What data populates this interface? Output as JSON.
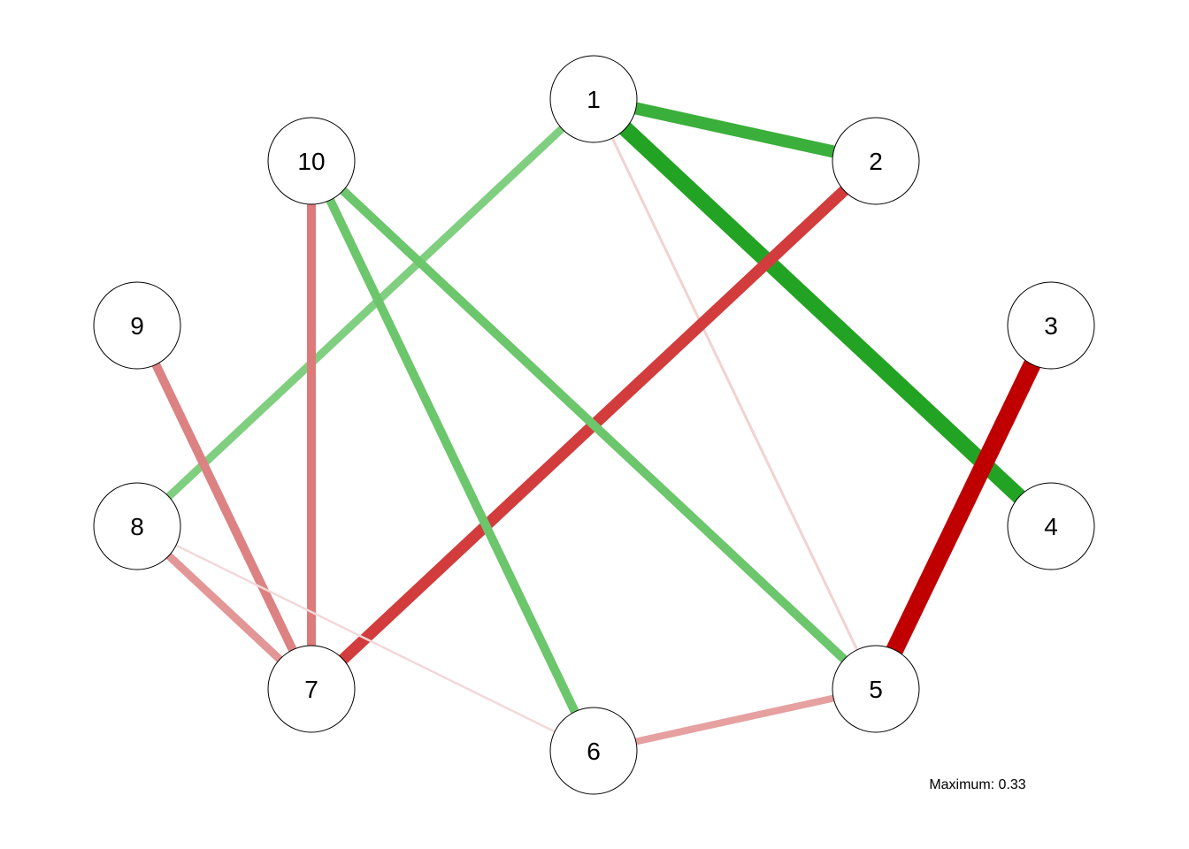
{
  "network": {
    "nodes": [
      {
        "id": "1",
        "label": "1"
      },
      {
        "id": "2",
        "label": "2"
      },
      {
        "id": "3",
        "label": "3"
      },
      {
        "id": "4",
        "label": "4"
      },
      {
        "id": "5",
        "label": "5"
      },
      {
        "id": "6",
        "label": "6"
      },
      {
        "id": "7",
        "label": "7"
      },
      {
        "id": "8",
        "label": "8"
      },
      {
        "id": "9",
        "label": "9"
      },
      {
        "id": "10",
        "label": "10"
      }
    ],
    "edges": [
      {
        "from": "1",
        "to": "2",
        "sign": "positive",
        "color": "#3BAF3B"
      },
      {
        "from": "1",
        "to": "4",
        "sign": "positive",
        "color": "#23A323"
      },
      {
        "from": "1",
        "to": "8",
        "sign": "positive",
        "color": "#80CF80"
      },
      {
        "from": "1",
        "to": "5",
        "sign": "negative",
        "color": "#F2D2D2"
      },
      {
        "from": "2",
        "to": "7",
        "sign": "negative",
        "color": "#D23C3C"
      },
      {
        "from": "3",
        "to": "5",
        "sign": "negative",
        "color": "#C00000"
      },
      {
        "from": "10",
        "to": "7",
        "sign": "negative",
        "color": "#DD7A7A"
      },
      {
        "from": "10",
        "to": "6",
        "sign": "positive",
        "color": "#6CC66C"
      },
      {
        "from": "10",
        "to": "5",
        "sign": "positive",
        "color": "#6CC66C"
      },
      {
        "from": "9",
        "to": "7",
        "sign": "negative",
        "color": "#DC8282"
      },
      {
        "from": "8",
        "to": "7",
        "sign": "negative",
        "color": "#E29696"
      },
      {
        "from": "8",
        "to": "6",
        "sign": "negative",
        "color": "#F3D8D8"
      },
      {
        "from": "6",
        "to": "5",
        "sign": "negative",
        "color": "#E6A0A0"
      }
    ],
    "footnote": "Maximum: 0.33"
  }
}
